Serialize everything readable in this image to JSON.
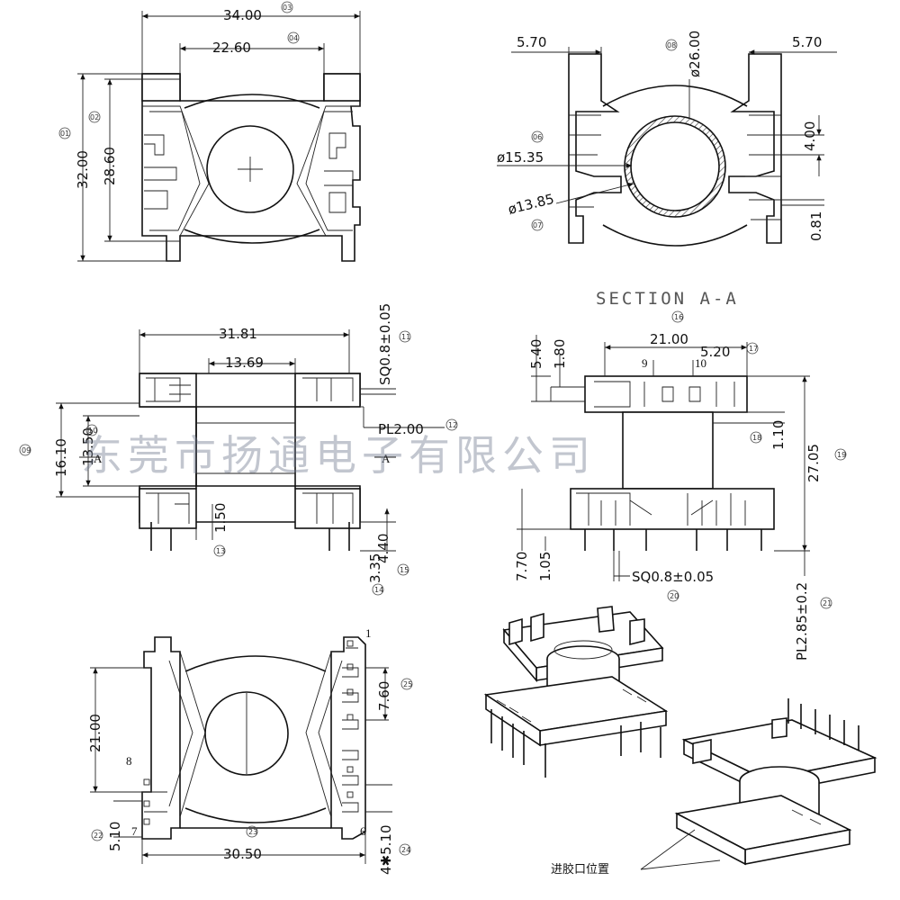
{
  "watermark": "东莞市扬通电子有限公司",
  "section_label": "SECTION A-A",
  "gate_label": "进胶口位置",
  "dims": {
    "d_34": "34.00",
    "d_22_60": "22.60",
    "d_32": "32.00",
    "d_28_60": "28.60",
    "d_5_70_l": "5.70",
    "d_5_70_r": "5.70",
    "d_phi26": "ø26.00",
    "d_phi15": "ø15.35",
    "d_phi13": "ø13.85",
    "d_4": "4.00",
    "d_0_81": "0.81",
    "d_31_81": "31.81",
    "d_13_69": "13.69",
    "d_sq08_a": "SQ0.8±0.05",
    "d_pl2": "PL2.00",
    "d_16_10": "16.10",
    "d_13_50": "13.50",
    "d_1_50": "1.50",
    "d_4_40": "4.40",
    "d_3_35": "3.35",
    "d_5_40": "5.40",
    "d_1_80": "1.80",
    "d_21_top": "21.00",
    "d_5_20": "5.20",
    "d_1_10": "1.10",
    "d_27_05": "27.05",
    "d_7_70": "7.70",
    "d_1_05": "1.05",
    "d_sq08_b": "SQ0.8±0.05",
    "d_pl285": "PL2.85±0.2",
    "d_21_left": "21.00",
    "d_7_60": "7.60",
    "d_5_10_l": "5.10",
    "d_30_50": "30.50",
    "d_4x5_10": "4✱5.10"
  },
  "refs": {
    "r01": "01",
    "r02": "02",
    "r03": "03",
    "r04": "04",
    "r06": "06",
    "r07": "07",
    "r08": "08",
    "r09": "09",
    "r10": "10",
    "r11": "11",
    "r12": "12",
    "r13": "13",
    "r14": "14",
    "r15": "15",
    "r16": "16",
    "r17": "17",
    "r18": "18",
    "r19": "19",
    "r20": "20",
    "r21": "21",
    "r22": "22",
    "r23": "23",
    "r24": "24",
    "r25": "25"
  },
  "pins": {
    "p1": "1",
    "p6": "6",
    "p7": "7",
    "p8": "8",
    "p9": "9",
    "p10": "10",
    "sec_a_left": "A",
    "sec_a_right": "A"
  }
}
